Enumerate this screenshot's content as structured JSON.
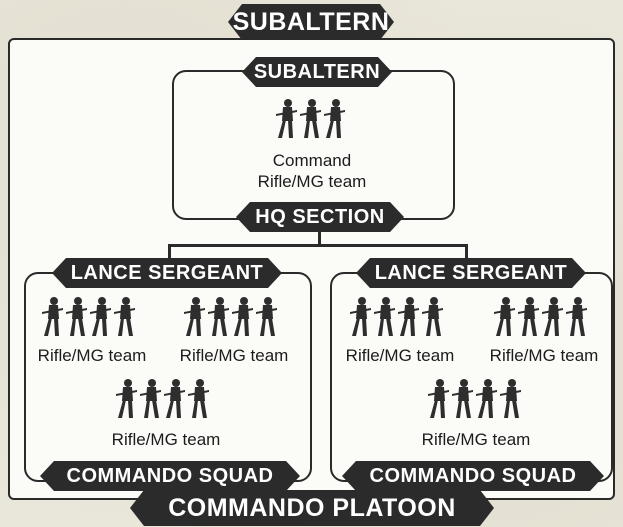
{
  "title_top": "SUBALTERN",
  "title_bottom": "COMMANDO PLATOON",
  "hq": {
    "header": "SUBALTERN",
    "footer": "HQ SECTION",
    "team_label_line1": "Command",
    "team_label_line2": "Rifle/MG team"
  },
  "squads": [
    {
      "header": "LANCE SERGEANT",
      "footer": "COMMANDO SQUAD",
      "teams": [
        "Rifle/MG team",
        "Rifle/MG team",
        "Rifle/MG team"
      ]
    },
    {
      "header": "LANCE SERGEANT",
      "footer": "COMMANDO SQUAD",
      "teams": [
        "Rifle/MG team",
        "Rifle/MG team",
        "Rifle/MG team"
      ]
    }
  ],
  "icons": {
    "soldier": "soldier-silhouette-icon"
  },
  "colors": {
    "dark": "#2b2b2b",
    "paper": "#fbfbf8",
    "background": "#e9e6da"
  }
}
